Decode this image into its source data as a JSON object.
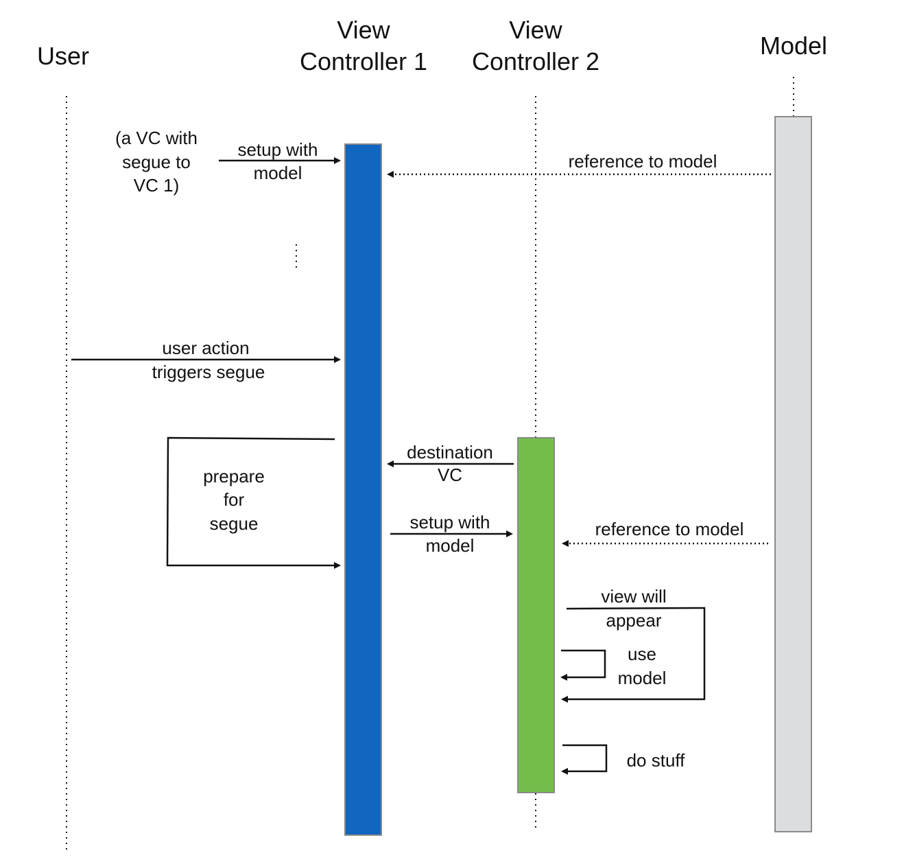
{
  "participants": {
    "user": {
      "label": "User"
    },
    "vc1": {
      "label_line1": "View",
      "label_line2": "Controller 1",
      "color": "#1166BF"
    },
    "vc2": {
      "label_line1": "View",
      "label_line2": "Controller 2",
      "color": "#73BE4A"
    },
    "model": {
      "label": "Model",
      "color": "#DCDDDF"
    }
  },
  "notes": {
    "origin_line1": "(a VC with",
    "origin_line2": "segue to",
    "origin_line3": "VC 1)",
    "ellipsis": "⋮"
  },
  "messages": {
    "setup_vc1": {
      "line1": "setup with",
      "line2": "model"
    },
    "model_ref_vc1": {
      "line1": "reference to model"
    },
    "user_action": {
      "line1": "user action",
      "line2": "triggers segue"
    },
    "prepare": {
      "line1": "prepare",
      "line2": "for",
      "line3": "segue"
    },
    "destination": {
      "line1": "destination",
      "line2": "VC"
    },
    "setup_vc2": {
      "line1": "setup with",
      "line2": "model"
    },
    "model_ref_vc2": {
      "line1": "reference to model"
    },
    "view_will_appear": {
      "line1": "view will",
      "line2": "appear"
    },
    "use_model": {
      "line1": "use",
      "line2": "model"
    },
    "do_stuff": {
      "line1": "do stuff"
    }
  },
  "colors": {
    "line": "#111111",
    "bar_border": "#8a8a8a"
  }
}
